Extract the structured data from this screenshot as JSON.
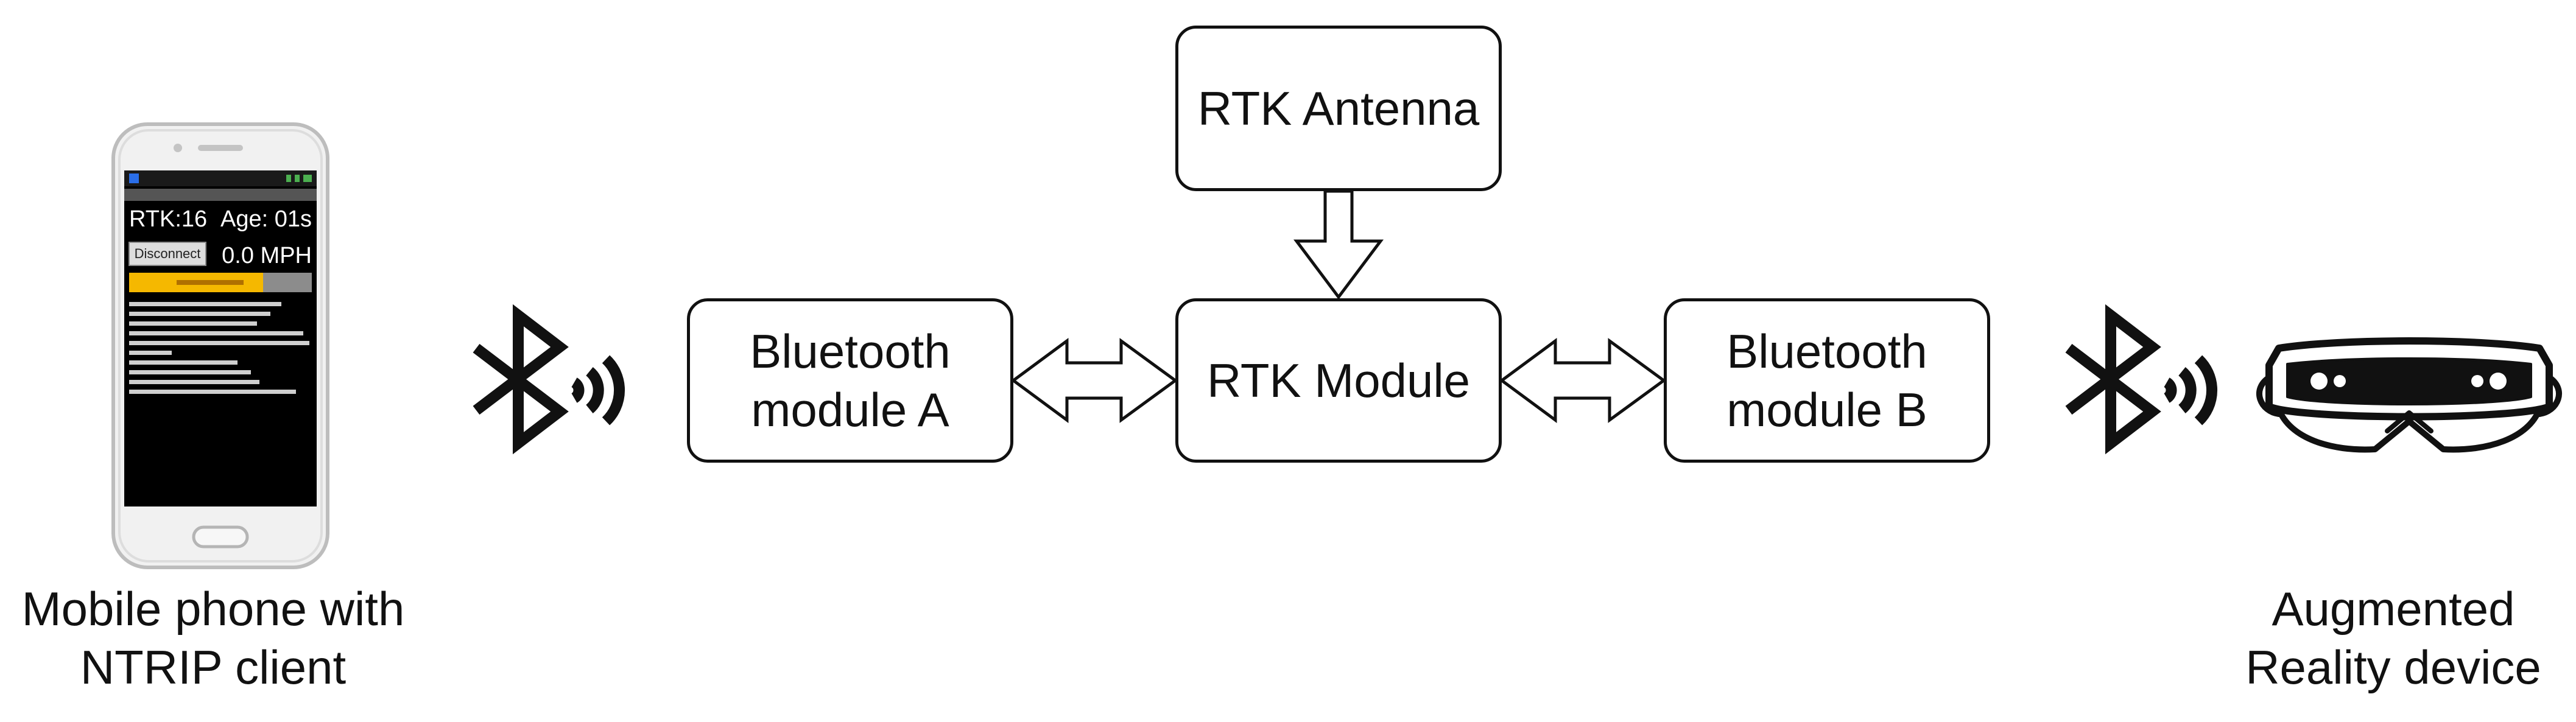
{
  "nodes": {
    "antenna": "RTK Antenna",
    "bt_a": "Bluetooth\nmodule A",
    "rtk": "RTK Module",
    "bt_b": "Bluetooth\nmodule B"
  },
  "captions": {
    "phone": "Mobile phone with\nNTRIP client",
    "ar": "Augmented\nReality device"
  },
  "phone_screen": {
    "rtk": "RTK:16",
    "age": "Age: 01s",
    "button": "Disconnect",
    "speed": "0.0 MPH"
  },
  "icons": {
    "phone": "mobile-phone-icon",
    "bluetooth_left": "bluetooth-signal-icon",
    "bluetooth_right": "bluetooth-signal-icon",
    "headset": "ar-headset-icon"
  },
  "colors": {
    "stroke": "#111111",
    "phone_status_bar": "#f5b800"
  }
}
